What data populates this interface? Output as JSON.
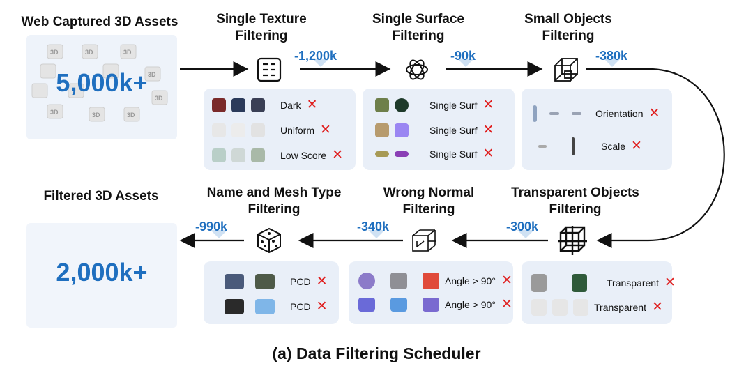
{
  "source": {
    "title": "Web Captured 3D Assets",
    "value": "5,000k+"
  },
  "result": {
    "title": "Filtered 3D Assets",
    "value": "2,000k+"
  },
  "stages": {
    "single_texture": {
      "title1": "Single Texture",
      "title2": "Filtering",
      "removed": "-1,200k",
      "labels": [
        "Dark",
        "Uniform",
        "Low Score"
      ]
    },
    "single_surface": {
      "title1": "Single Surface",
      "title2": "Filtering",
      "removed": "-90k",
      "labels": [
        "Single Surf",
        "Single Surf",
        "Single Surf"
      ]
    },
    "small_objects": {
      "title1": "Small Objects",
      "title2": "Filtering",
      "removed": "-380k",
      "labels": [
        "Orientation",
        "Scale"
      ]
    },
    "transparent": {
      "title1": "Transparent Objects",
      "title2": "Filtering",
      "removed": "-300k",
      "labels": [
        "Transparent",
        "Transparent"
      ]
    },
    "wrong_normal": {
      "title1": "Wrong Normal",
      "title2": "Filtering",
      "removed": "-340k",
      "labels": [
        "Angle > 90°",
        "Angle > 90°"
      ]
    },
    "name_mesh": {
      "title1": "Name and Mesh Type",
      "title2": "Filtering",
      "removed": "-990k",
      "labels": [
        "PCD",
        "PCD"
      ]
    }
  },
  "reject_mark": "✕",
  "caption": "(a) Data Filtering Scheduler",
  "colors": {
    "accent": "#1f6fbf",
    "reject": "#e02020",
    "panel": "#e9eff8"
  },
  "icons": [
    "texture-filter-icon",
    "openai-knot-icon",
    "wireframe-cube-icon",
    "transparent-cube-icon",
    "normal-axes-cube-icon",
    "dice-icon"
  ]
}
